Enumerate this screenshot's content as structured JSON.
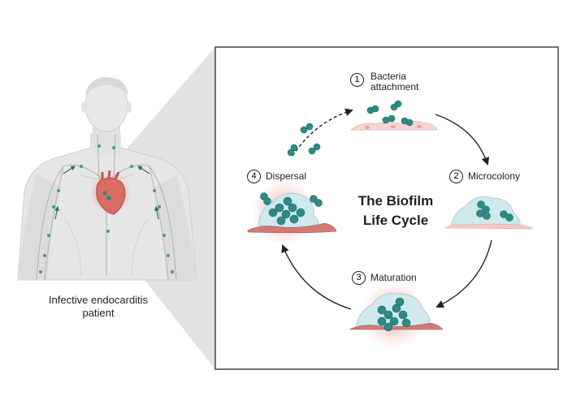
{
  "center_title": {
    "line1": "The Biofilm",
    "line2": "Life Cycle"
  },
  "steps": [
    {
      "number": "1",
      "label_line1": "Bacteria",
      "label_line2": "attachment"
    },
    {
      "number": "2",
      "label": "Microcolony"
    },
    {
      "number": "3",
      "label": "Maturation"
    },
    {
      "number": "4",
      "label": "Dispersal"
    }
  ],
  "patient_label": {
    "line1": "Infective endocarditis",
    "line2": "patient"
  },
  "colors": {
    "bacteria": "#2e8a86",
    "host_cell": "#f4c9c6",
    "biofilm_matrix": "#cfe9ec",
    "glow": "#f06a6a",
    "vessel": "#3c8d8a",
    "body": "#e4e4e4"
  }
}
